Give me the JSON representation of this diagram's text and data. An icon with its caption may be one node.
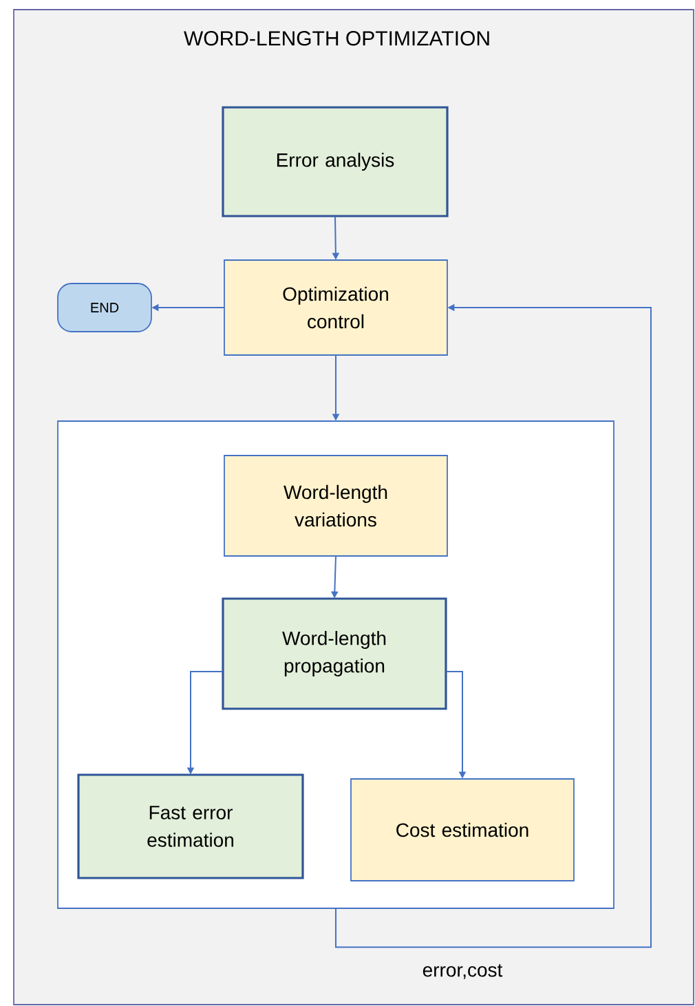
{
  "diagram": {
    "nodes": [
      {
        "text": [
          "WORD-LENGTH OPTIMIZATION"
        ]
      },
      {
        "text": [
          "Error analysis"
        ],
        "in": 0
      },
      {
        "text": [
          "Optimization control"
        ],
        "in": 0
      },
      {
        "text": [
          "END"
        ],
        "in": 0
      },
      {
        "text": [],
        "shape": "box",
        "in": 0
      },
      {
        "text": [
          "Word-length variations"
        ],
        "in": 4
      },
      {
        "text": [
          "Word-length propagation"
        ],
        "in": 4
      },
      {
        "text": [
          "Fast error estimation"
        ],
        "in": 4
      },
      {
        "text": [
          "Cost estimation"
        ],
        "in": 4
      }
    ],
    "edges": [
      {
        "from": 1,
        "to": 2,
        "arrow": "to"
      },
      {
        "from": 2,
        "to": 3,
        "arrow": "to"
      },
      {
        "from": 2,
        "to": 4,
        "arrow": "to"
      },
      {
        "from": 5,
        "to": 6,
        "arrow": "to"
      },
      {
        "from": 6,
        "to": 7,
        "arrow": "to"
      },
      {
        "from": 6,
        "to": 8,
        "arrow": "to"
      },
      {
        "from": 4,
        "to": 2,
        "arrow": "to",
        "label": "error,cost"
      }
    ]
  }
}
